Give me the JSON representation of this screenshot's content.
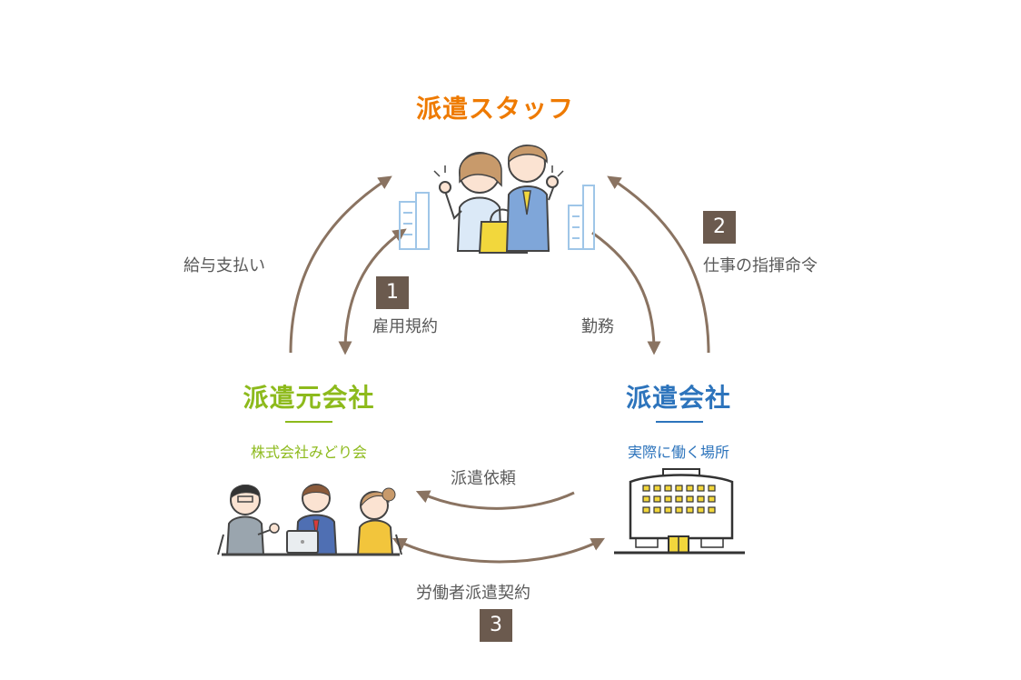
{
  "colors": {
    "arrow": "#8a7361",
    "staff": "#ee7a00",
    "origin": "#8dba1c",
    "client": "#2d74bc",
    "badge": "#6b5a4e"
  },
  "nodes": {
    "staff": {
      "title": "派遣スタッフ"
    },
    "origin": {
      "title": "派遣元会社",
      "subtitle": "株式会社みどり会"
    },
    "client": {
      "title": "派遣会社",
      "subtitle": "実際に働く場所"
    }
  },
  "relations": {
    "salary": {
      "label": "給与支払い"
    },
    "employment": {
      "label": "雇用規約",
      "number": "1"
    },
    "command": {
      "label": "仕事の指揮命令",
      "number": "2"
    },
    "work": {
      "label": "勤務"
    },
    "request": {
      "label": "派遣依頼"
    },
    "dispatch_contract": {
      "label": "労働者派遣契約",
      "number": "3"
    }
  }
}
